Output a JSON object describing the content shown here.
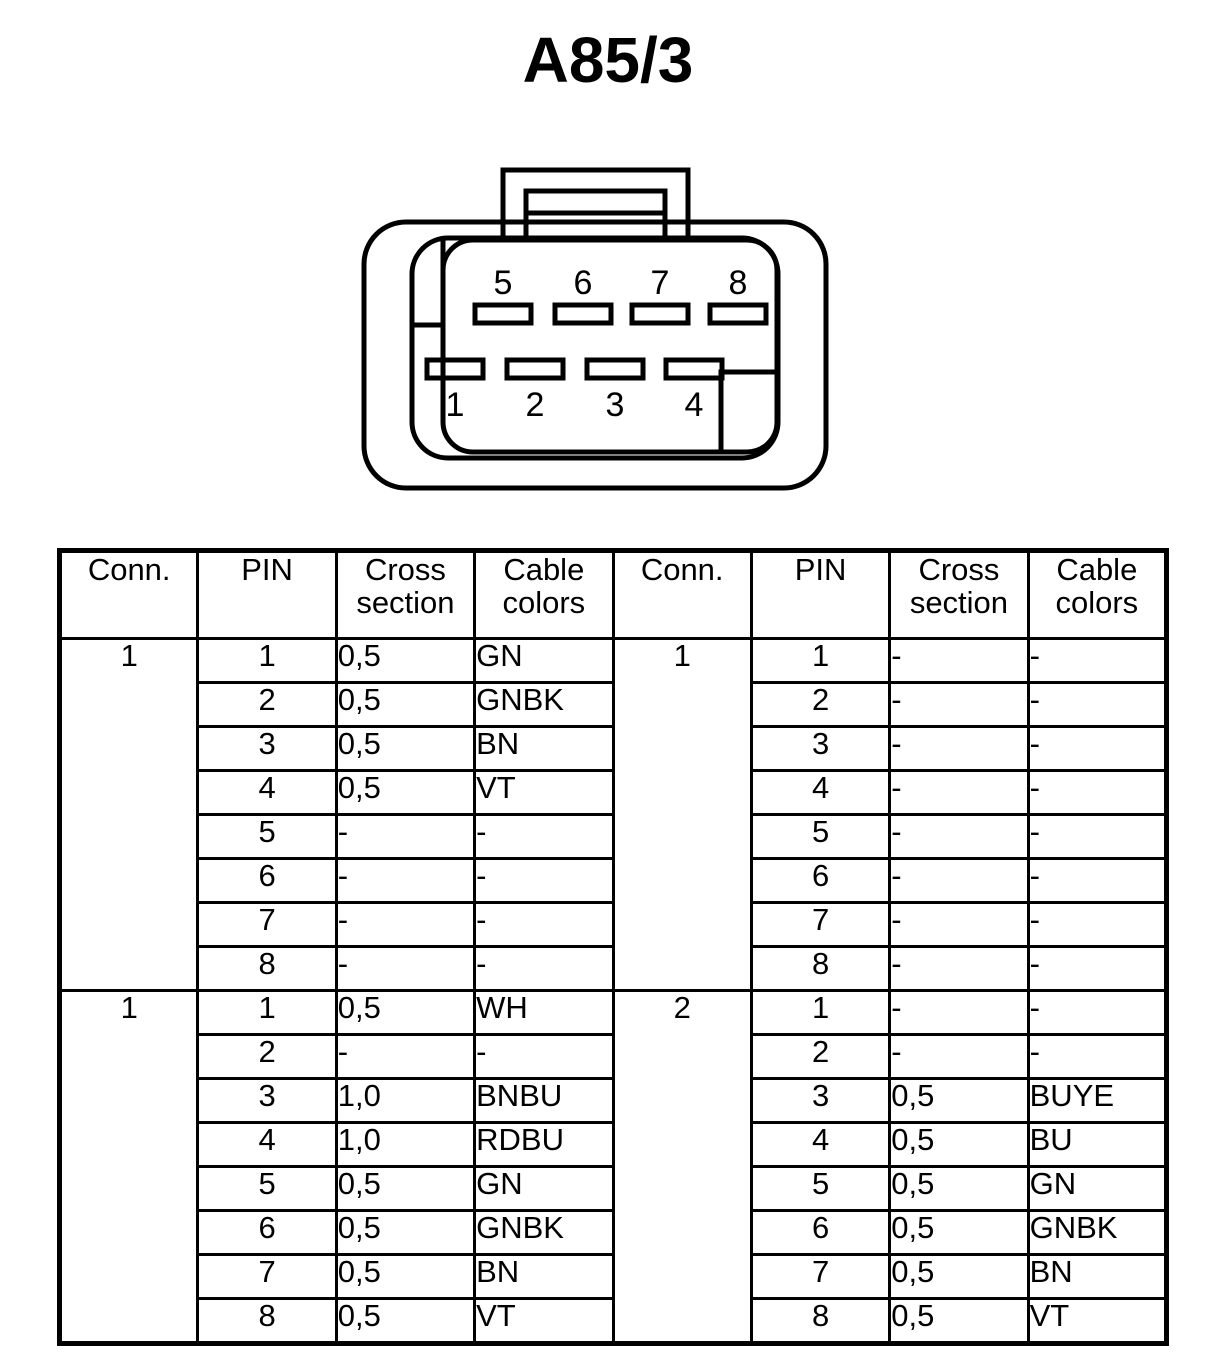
{
  "title": "A85/3",
  "connector": {
    "name": "connector-8-pin-housing",
    "pin_labels_top": [
      "5",
      "6",
      "7",
      "8"
    ],
    "pin_labels_bottom": [
      "1",
      "2",
      "3",
      "4"
    ],
    "outline_color": "#000000"
  },
  "tables": {
    "headers": {
      "conn": "Conn.",
      "pin": "PIN",
      "cross_line1": "Cross",
      "cross_line2": "section",
      "color_line1": "Cable",
      "color_line2": "colors"
    },
    "left": [
      {
        "conn": "1",
        "rows": [
          {
            "pin": "1",
            "cross": "0,5",
            "color": "GN"
          },
          {
            "pin": "2",
            "cross": "0,5",
            "color": "GNBK"
          },
          {
            "pin": "3",
            "cross": "0,5",
            "color": "BN"
          },
          {
            "pin": "4",
            "cross": "0,5",
            "color": "VT"
          },
          {
            "pin": "5",
            "cross": "-",
            "color": "-"
          },
          {
            "pin": "6",
            "cross": "-",
            "color": "-"
          },
          {
            "pin": "7",
            "cross": "-",
            "color": "-"
          },
          {
            "pin": "8",
            "cross": "-",
            "color": "-"
          }
        ]
      },
      {
        "conn": "1",
        "rows": [
          {
            "pin": "1",
            "cross": "0,5",
            "color": "WH"
          },
          {
            "pin": "2",
            "cross": "-",
            "color": "-"
          },
          {
            "pin": "3",
            "cross": "1,0",
            "color": "BNBU"
          },
          {
            "pin": "4",
            "cross": "1,0",
            "color": "RDBU"
          },
          {
            "pin": "5",
            "cross": "0,5",
            "color": "GN"
          },
          {
            "pin": "6",
            "cross": "0,5",
            "color": "GNBK"
          },
          {
            "pin": "7",
            "cross": "0,5",
            "color": "BN"
          },
          {
            "pin": "8",
            "cross": "0,5",
            "color": "VT"
          }
        ]
      }
    ],
    "right": [
      {
        "conn": "1",
        "rows": [
          {
            "pin": "1",
            "cross": "-",
            "color": "-"
          },
          {
            "pin": "2",
            "cross": "-",
            "color": "-"
          },
          {
            "pin": "3",
            "cross": "-",
            "color": "-"
          },
          {
            "pin": "4",
            "cross": "-",
            "color": "-"
          },
          {
            "pin": "5",
            "cross": "-",
            "color": "-"
          },
          {
            "pin": "6",
            "cross": "-",
            "color": "-"
          },
          {
            "pin": "7",
            "cross": "-",
            "color": "-"
          },
          {
            "pin": "8",
            "cross": "-",
            "color": "-"
          }
        ]
      },
      {
        "conn": "2",
        "rows": [
          {
            "pin": "1",
            "cross": "-",
            "color": "-"
          },
          {
            "pin": "2",
            "cross": "-",
            "color": "-"
          },
          {
            "pin": "3",
            "cross": "0,5",
            "color": "BUYE"
          },
          {
            "pin": "4",
            "cross": "0,5",
            "color": "BU"
          },
          {
            "pin": "5",
            "cross": "0,5",
            "color": "GN"
          },
          {
            "pin": "6",
            "cross": "0,5",
            "color": "GNBK"
          },
          {
            "pin": "7",
            "cross": "0,5",
            "color": "BN"
          },
          {
            "pin": "8",
            "cross": "0,5",
            "color": "VT"
          }
        ]
      }
    ]
  }
}
